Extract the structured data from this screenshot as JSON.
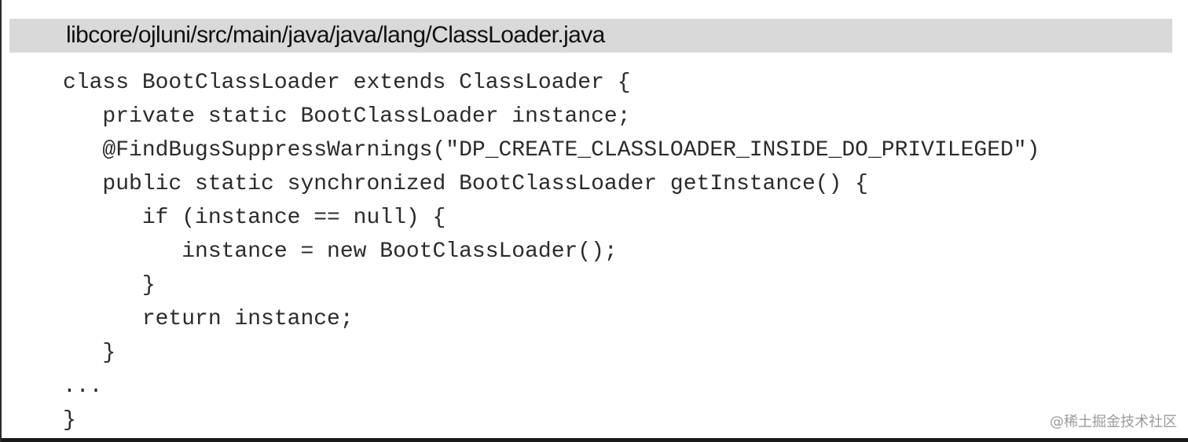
{
  "header": {
    "file_path": "libcore/ojluni/src/main/java/java/lang/ClassLoader.java"
  },
  "code": {
    "lines": [
      "class BootClassLoader extends ClassLoader {",
      "   private static BootClassLoader instance;",
      "   @FindBugsSuppressWarnings(\"DP_CREATE_CLASSLOADER_INSIDE_DO_PRIVILEGED\")",
      "   public static synchronized BootClassLoader getInstance() {",
      "      if (instance == null) {",
      "         instance = new BootClassLoader();",
      "      }",
      "      return instance;",
      "   }",
      "...",
      "}"
    ]
  },
  "watermark": {
    "text": "@稀土掘金技术社区"
  },
  "colors": {
    "header_bg": "#d9d9d9",
    "code_text": "#2b2b2b",
    "watermark_text": "#9a9a9a"
  }
}
